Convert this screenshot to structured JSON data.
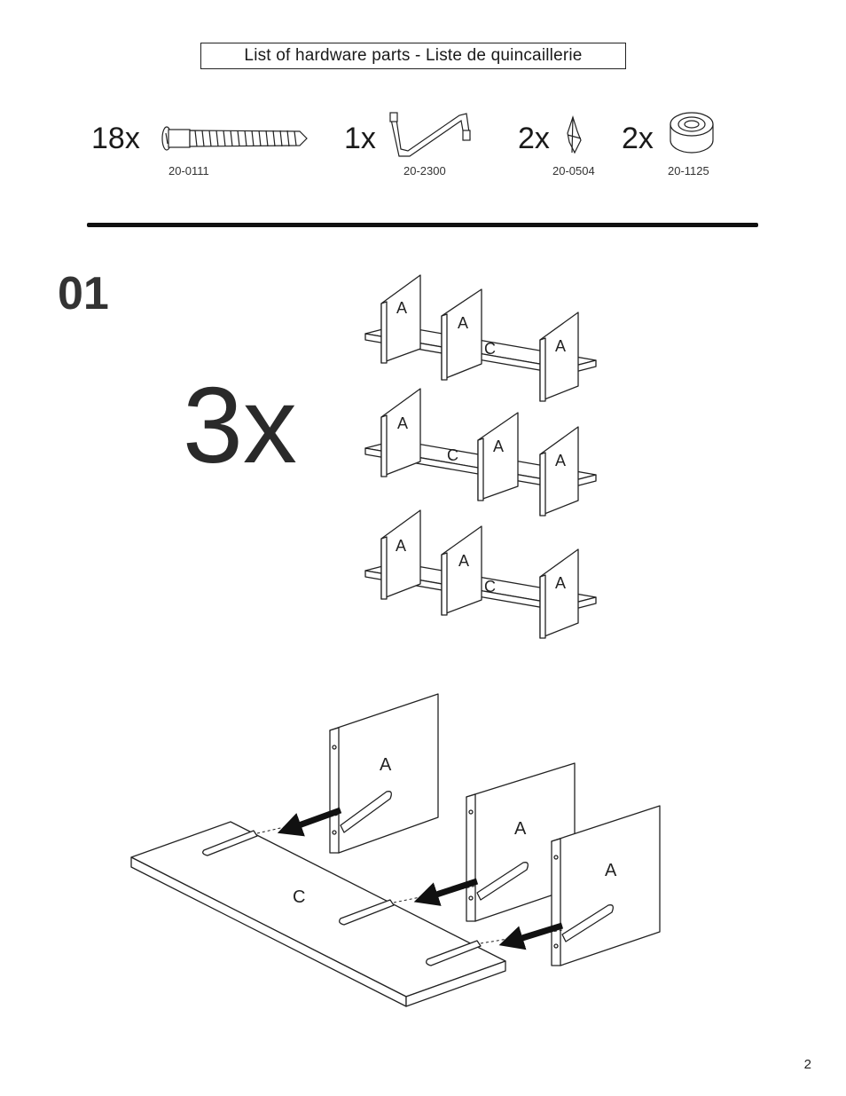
{
  "header": {
    "title": "List of hardware parts  -  Liste de quincaillerie"
  },
  "hardware": [
    {
      "qty": "18x",
      "code": "20-0111",
      "icon": "cam-bolt-icon"
    },
    {
      "qty": "1x",
      "code": "20-2300",
      "icon": "allen-key-icon"
    },
    {
      "qty": "2x",
      "code": "20-0504",
      "icon": "wall-anchor-icon"
    },
    {
      "qty": "2x",
      "code": "20-1125",
      "icon": "cam-lock-icon"
    }
  ],
  "step": {
    "number": "01",
    "multiplier": "3x"
  },
  "panels": {
    "side": "A",
    "shelf": "C"
  },
  "page_number": "2"
}
